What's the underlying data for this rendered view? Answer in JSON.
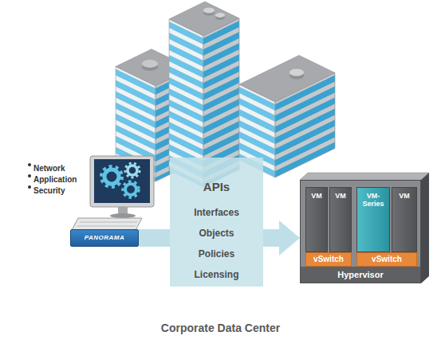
{
  "diagram": {
    "nodes": [
      {
        "text": [
          "Corporate Data Center"
        ]
      },
      {
        "text": [
          "PANORAMA"
        ],
        "in": 0
      },
      {
        "text": [
          "APIs",
          "Interfaces",
          "Objects",
          "Policies",
          "Licensing"
        ],
        "in": 0
      },
      {
        "text": [
          "Hypervisor"
        ],
        "in": 0
      },
      {
        "text": [
          "VM"
        ],
        "in": 3
      },
      {
        "text": [
          "VM"
        ],
        "in": 3
      },
      {
        "text": [
          "VM-Series"
        ],
        "in": 3
      },
      {
        "text": [
          "VM"
        ],
        "in": 3
      },
      {
        "text": [
          "vSwitch"
        ],
        "in": 3
      },
      {
        "text": [
          "vSwitch"
        ],
        "in": 3
      }
    ],
    "edges": [
      {
        "from": 1,
        "to": 2,
        "arrow": "none"
      },
      {
        "from": 2,
        "to": 3,
        "arrow": "to"
      }
    ],
    "labels": [
      "Network",
      "Application",
      "Security"
    ]
  }
}
